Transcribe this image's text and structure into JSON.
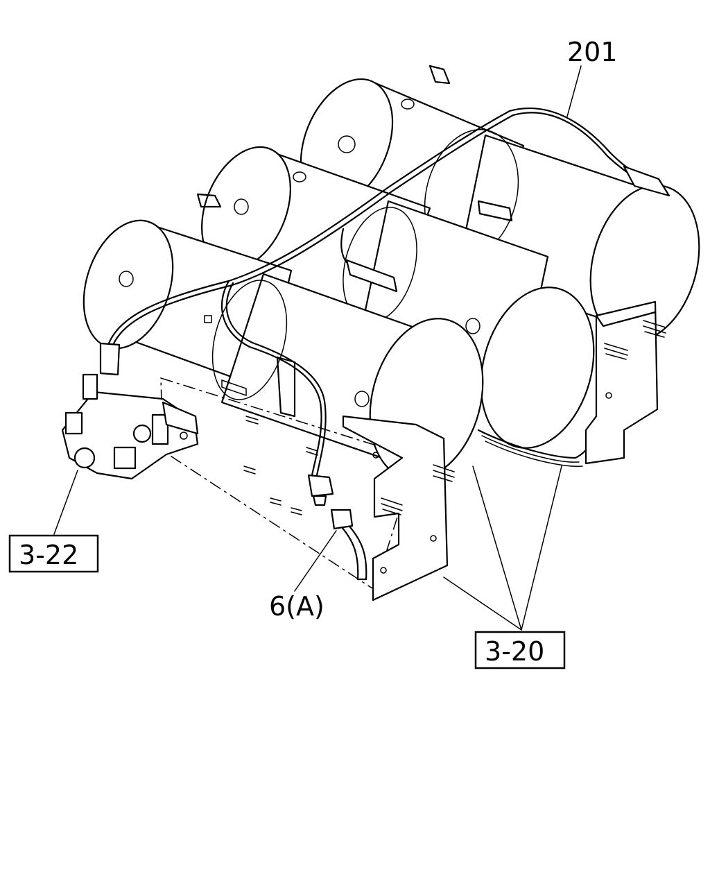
{
  "callouts": {
    "label_201": "201",
    "label_322": "3-22",
    "label_6a": "6(A)",
    "label_320": "3-20"
  }
}
